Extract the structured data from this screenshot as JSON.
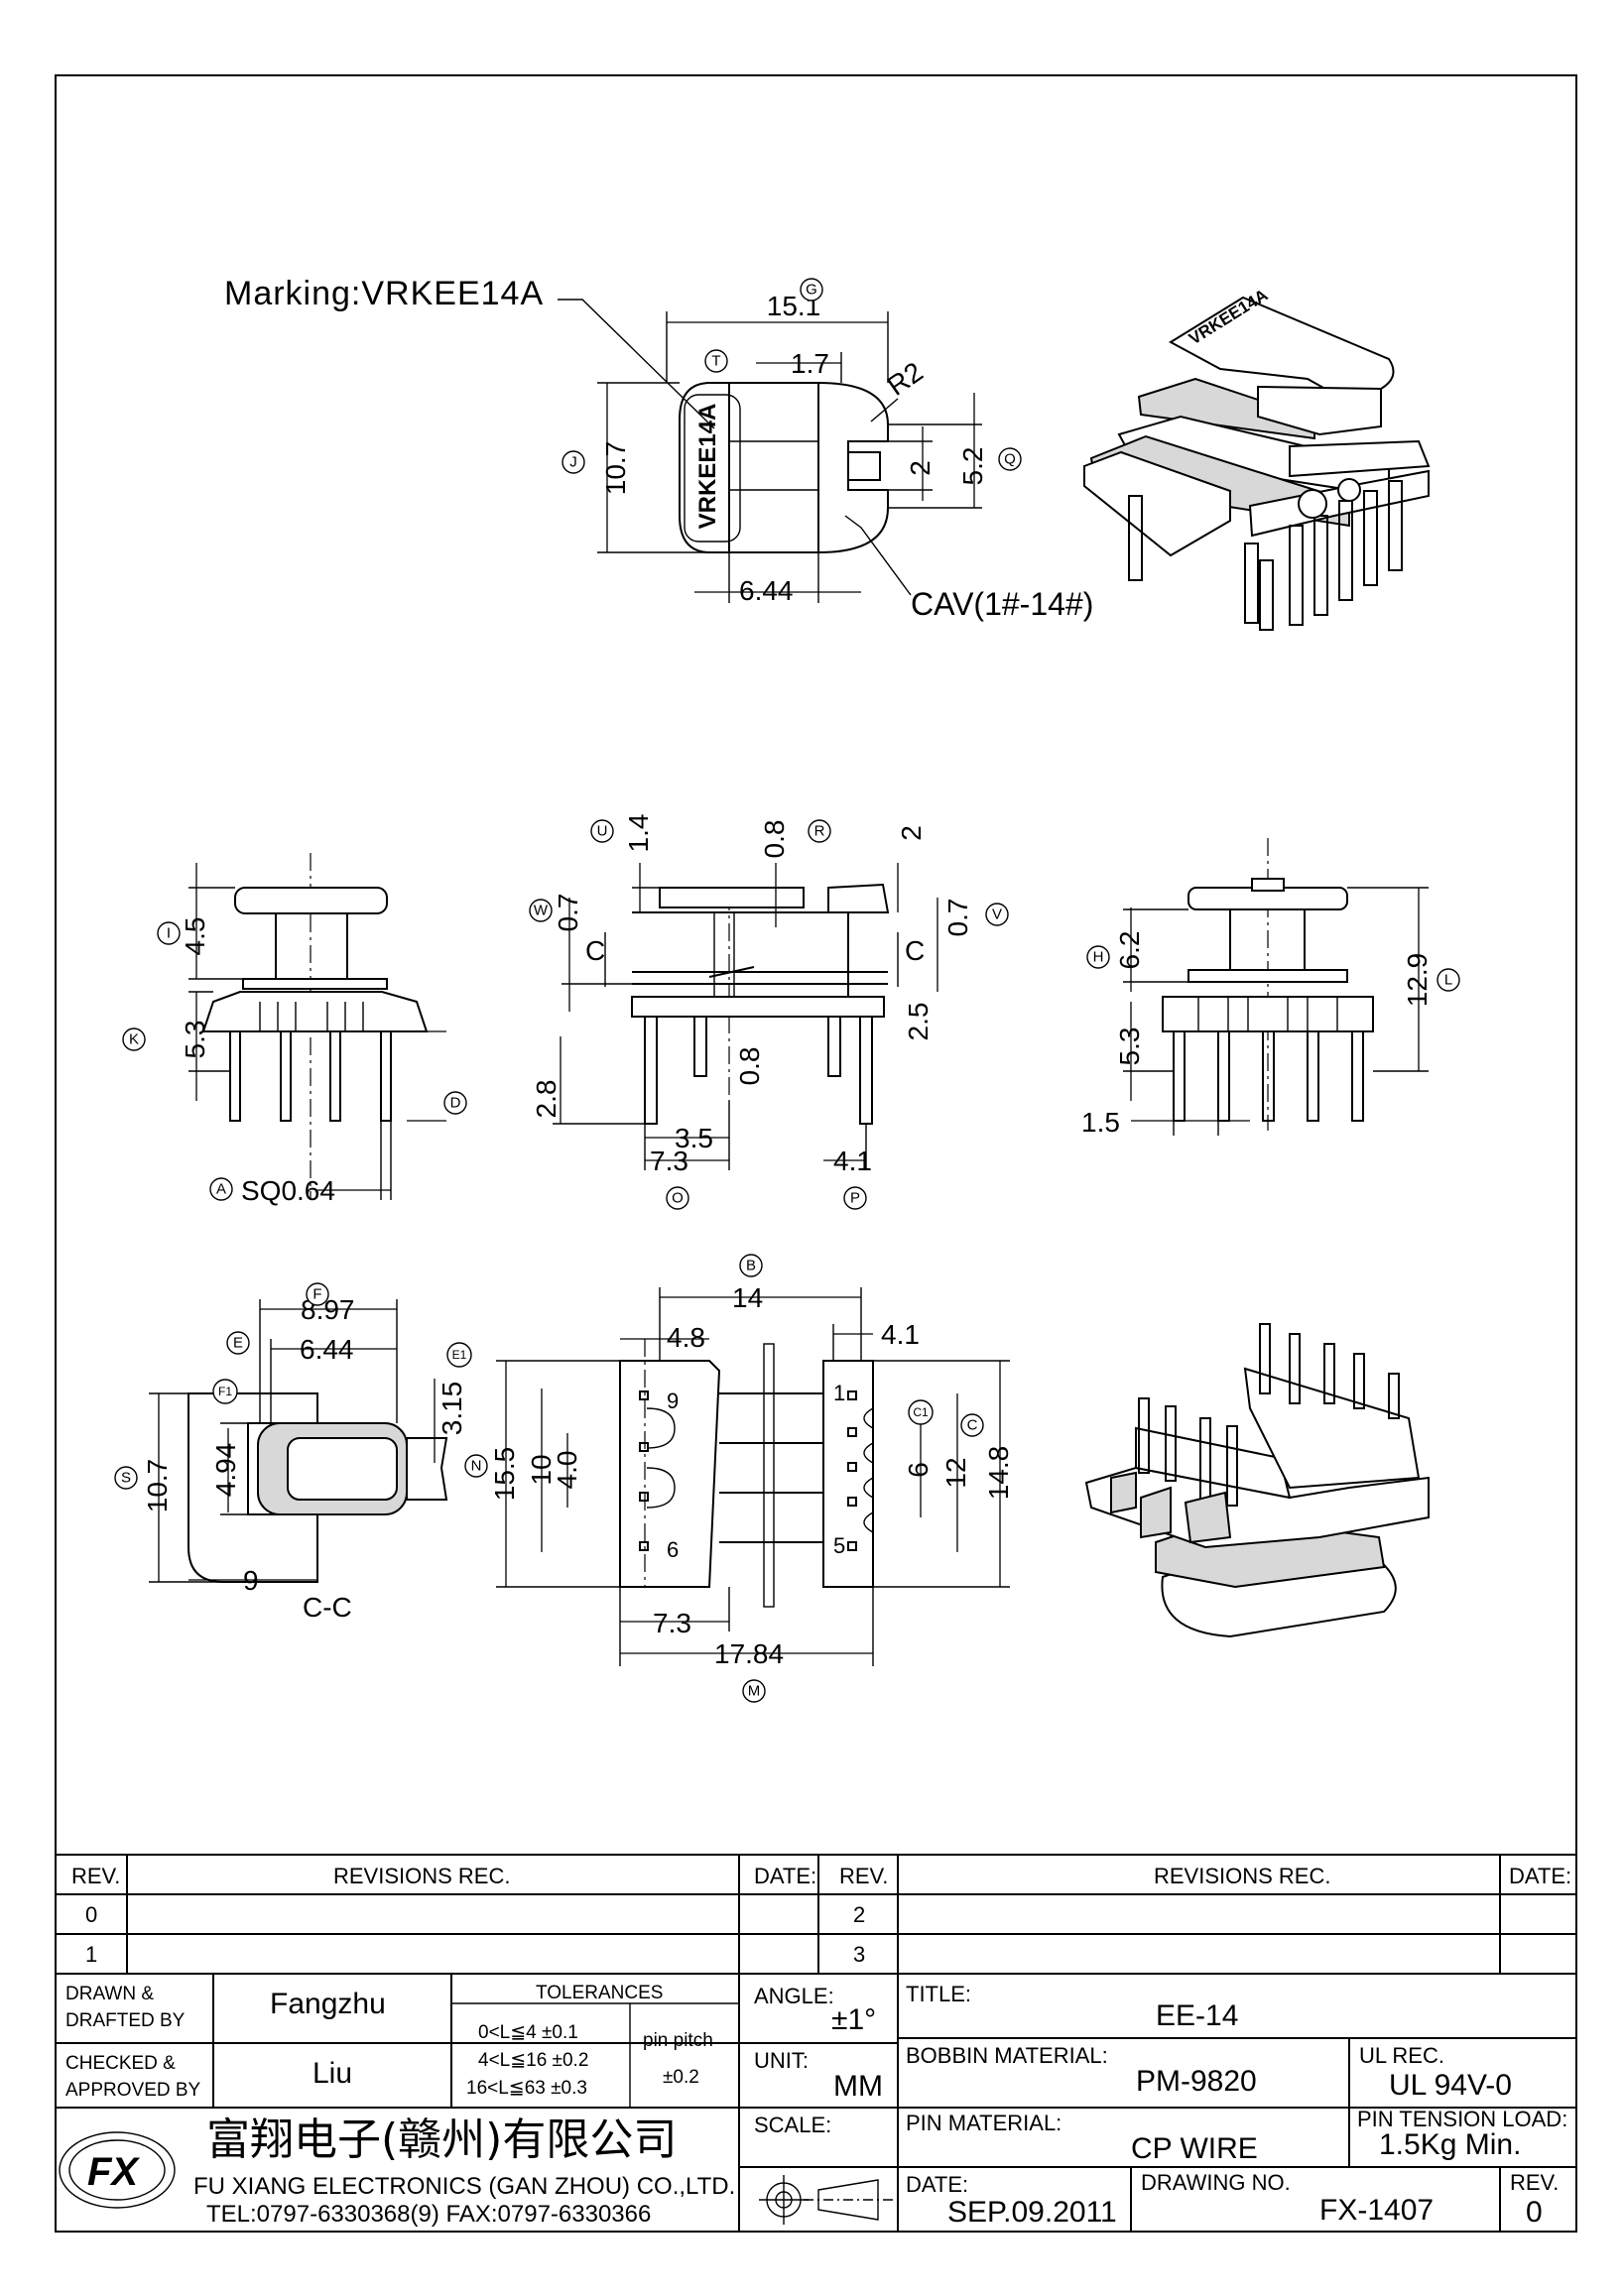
{
  "marking": "Marking:VRKEE14A",
  "part_marking": "VRKEE14A",
  "cav": "CAV(1#-14#)",
  "dims": {
    "d15_1": "15.1",
    "d1_7": "1.7",
    "r2": "R2",
    "d10_7": "10.7",
    "d5_2": "5.2",
    "d2": "2",
    "d6_44": "6.44",
    "d4_5": "4.5",
    "d5_3": "5.3",
    "sq": "SQ0.64",
    "d1_4": "1.4",
    "d0_8": "0.8",
    "d0_7": "0.7",
    "d2_5": "2.5",
    "d2_8": "2.8",
    "d3_5": "3.5",
    "d7_3": "7.3",
    "d4_1": "4.1",
    "d6_2": "6.2",
    "d12_9": "12.9",
    "d1_5": "1.5",
    "d8_97": "8.97",
    "d3_15": "3.15",
    "d4_94": "4.94",
    "d9": "9",
    "d14": "14",
    "d4_8": "4.8",
    "d15_5": "15.5",
    "d10": "10",
    "d4_0": "4.0",
    "d6": "6",
    "d12": "12",
    "d14_8": "14.8",
    "d17_84": "17.84"
  },
  "section_label": "C-C",
  "cut_c": "C",
  "pin_numbers": [
    "9",
    "6",
    "1",
    "5"
  ],
  "refs": {
    "G": "G",
    "T": "T",
    "J": "J",
    "Q": "Q",
    "I": "I",
    "K": "K",
    "D": "D",
    "A": "A",
    "U": "U",
    "R": "R",
    "W": "W",
    "V": "V",
    "O": "O",
    "P": "P",
    "H": "H",
    "L": "L",
    "F": "F",
    "E": "E",
    "E1": "E1",
    "F1": "F1",
    "S": "S",
    "N": "N",
    "B": "B",
    "C": "C",
    "C1": "C1",
    "M": "M"
  },
  "title_block": {
    "rev_label": "REV.",
    "revisions_rec": "REVISIONS   REC.",
    "date_label": "DATE:",
    "rev_rows_left": [
      "0",
      "1"
    ],
    "rev_rows_right": [
      "2",
      "3"
    ],
    "drawn_by_label": "DRAWN  &\nDRAFTED  BY",
    "drawn_by": "Fangzhu",
    "checked_by_label": "CHECKED  &\nAPPROVED  BY",
    "checked_by": "Liu",
    "tolerances_label": "TOLERANCES",
    "tol_1": "0<L≦4    ±0.1",
    "tol_2": "4<L≦16  ±0.2",
    "tol_3": "16<L≦63  ±0.3",
    "pin_pitch_label": "pin  pitch",
    "pin_pitch_value": "±0.2",
    "angle_label": "ANGLE:",
    "angle_value": "±1°",
    "unit_label": "UNIT:",
    "unit_value": "MM",
    "scale_label": "SCALE:",
    "title_label": "TITLE:",
    "title_value": "EE-14",
    "bobbin_material_label": "BOBBIN  MATERIAL:",
    "bobbin_material_value": "PM-9820",
    "ul_rec_label": "UL  REC.",
    "ul_rec_value": "UL  94V-0",
    "pin_material_label": "PIN  MATERIAL:",
    "pin_material_value": "CP  WIRE",
    "pin_tension_label": "PIN  TENSION  LOAD:",
    "pin_tension_value": "1.5Kg  Min.",
    "date_field_label": "DATE:",
    "date_value": "SEP.09.2011",
    "drawing_no_label": "DRAWING  NO.",
    "drawing_no_value": "FX-1407",
    "rev_field_label": "REV.",
    "rev_value": "0",
    "company_cn": "富翔电子(赣州)有限公司",
    "company_en": "FU XIANG ELECTRONICS (GAN ZHOU) CO.,LTD.",
    "company_tel": "TEL:0797-6330368(9)    FAX:0797-6330366",
    "logo_text": "FX"
  }
}
